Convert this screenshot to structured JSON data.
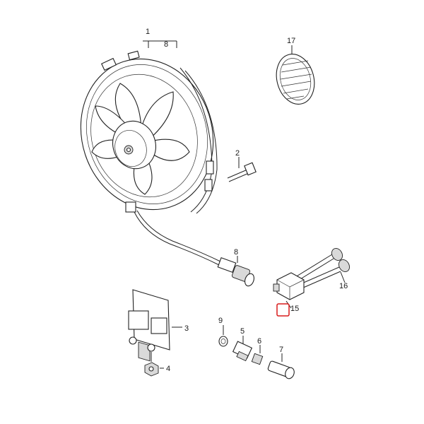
{
  "callouts": {
    "c1": "1",
    "c8_top": "8",
    "c17": "17",
    "c2": "2",
    "c8_cable": "8",
    "c16": "16",
    "c15": "15",
    "c3": "3",
    "c4": "4",
    "c9": "9",
    "c5": "5",
    "c6": "6",
    "c7": "7"
  },
  "highlight_color": "#d81b1b"
}
